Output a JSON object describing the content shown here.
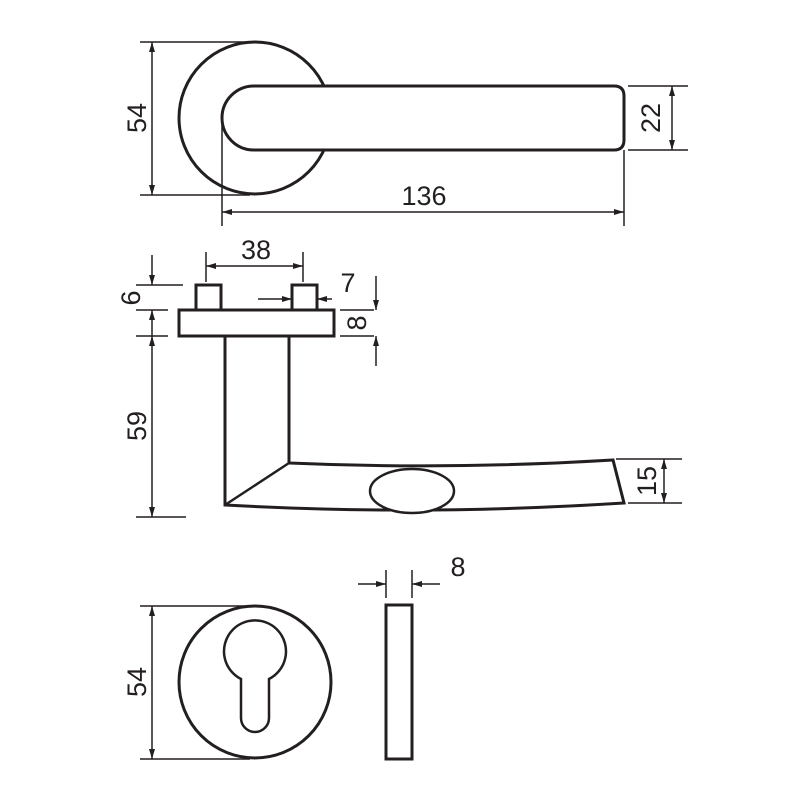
{
  "top_view": {
    "rose_diameter": "54",
    "lever_length": "136",
    "lever_height": "22"
  },
  "side_view": {
    "pin_spacing": "38",
    "pin_height": "6",
    "pin_width": "7",
    "plate_thickness": "8",
    "projection": "59",
    "lever_end_height": "15"
  },
  "escutcheon_view": {
    "diameter": "54",
    "thickness": "8"
  },
  "colors": {
    "line": "#231f20",
    "background": "#ffffff"
  }
}
